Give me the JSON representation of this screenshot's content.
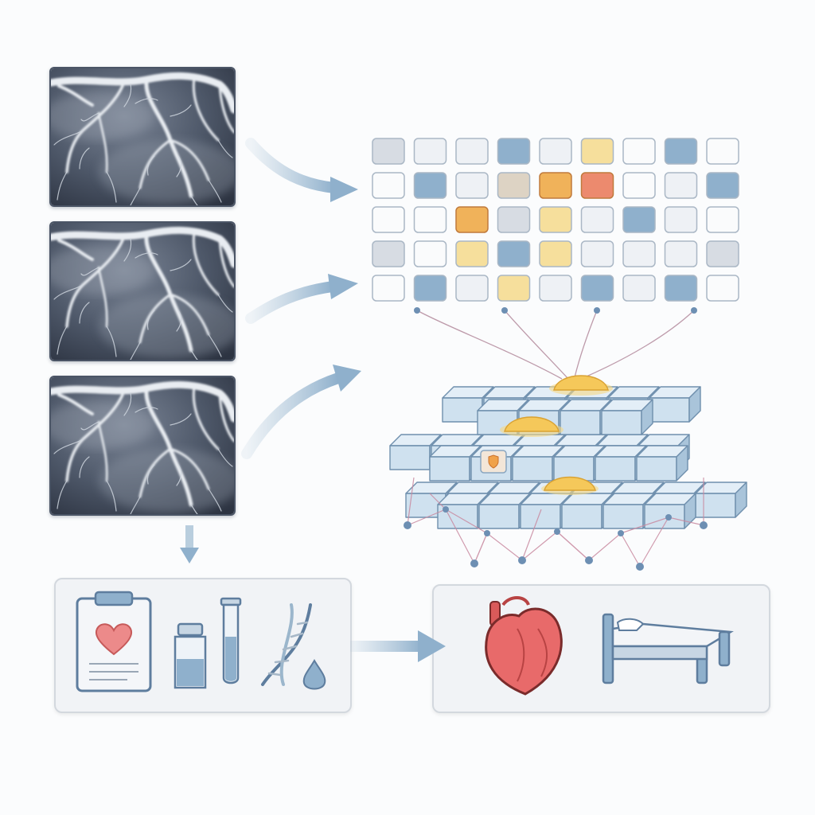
{
  "colors": {
    "cell_blue": "#8fb0cc",
    "cell_light": "#eef1f5",
    "cell_grey": "#d7dce3",
    "cell_yellow": "#f6df9c",
    "cell_orange": "#f0b25a",
    "cell_red": "#ec8a6e",
    "cell_tan": "#ddd3c4",
    "arrow": "#a9c2d6",
    "block_face": "#cfe1ef",
    "block_edge": "#6f8fad",
    "highlight": "#f5c85a",
    "node_line": "#c98aa0",
    "node_dot": "#6d8fb3"
  },
  "grid": {
    "rows": [
      [
        "grey",
        "light",
        "light",
        "blue",
        "light",
        "yellow",
        "white",
        "blue",
        "white"
      ],
      [
        "white",
        "blue",
        "light",
        "tan",
        "orange",
        "red",
        "white",
        "light",
        "blue"
      ],
      [
        "white",
        "white",
        "orange",
        "grey",
        "yellow",
        "light",
        "blue",
        "light",
        "white"
      ],
      [
        "grey",
        "white",
        "yellow",
        "blue",
        "yellow",
        "light",
        "light",
        "light",
        "grey"
      ],
      [
        "white",
        "blue",
        "light",
        "yellow",
        "light",
        "blue",
        "light",
        "blue",
        "white"
      ]
    ]
  },
  "icons": {
    "left_panel": [
      "clipboard-heart-icon",
      "vial-icon",
      "test-tube-icon",
      "dna-icon",
      "drop-icon"
    ],
    "right_panel": [
      "heart-icon",
      "hospital-bed-icon"
    ]
  }
}
